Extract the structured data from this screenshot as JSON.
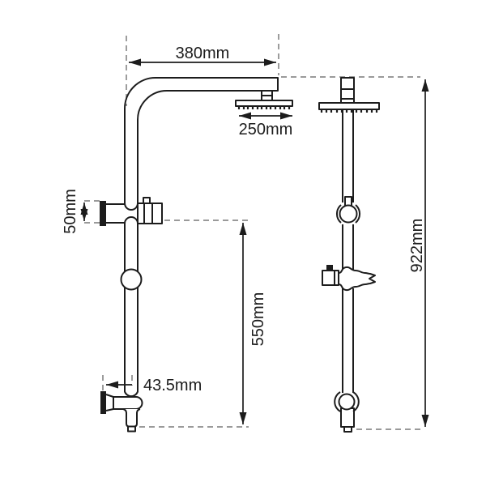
{
  "drawing": {
    "colors": {
      "line": "#1c1c1c",
      "dash": "#8c8c8c",
      "background": "#ffffff"
    },
    "dimensions": {
      "arm_reach": {
        "label": "380mm",
        "orientation": "horizontal"
      },
      "head_width": {
        "label": "250mm",
        "orientation": "horizontal"
      },
      "flange_height": {
        "label": "50mm",
        "orientation": "vertical"
      },
      "lower_rail_span": {
        "label": "550mm",
        "orientation": "vertical"
      },
      "wall_offset": {
        "label": "43.5mm",
        "orientation": "horizontal"
      },
      "overall_height": {
        "label": "922mm",
        "orientation": "vertical"
      }
    }
  }
}
